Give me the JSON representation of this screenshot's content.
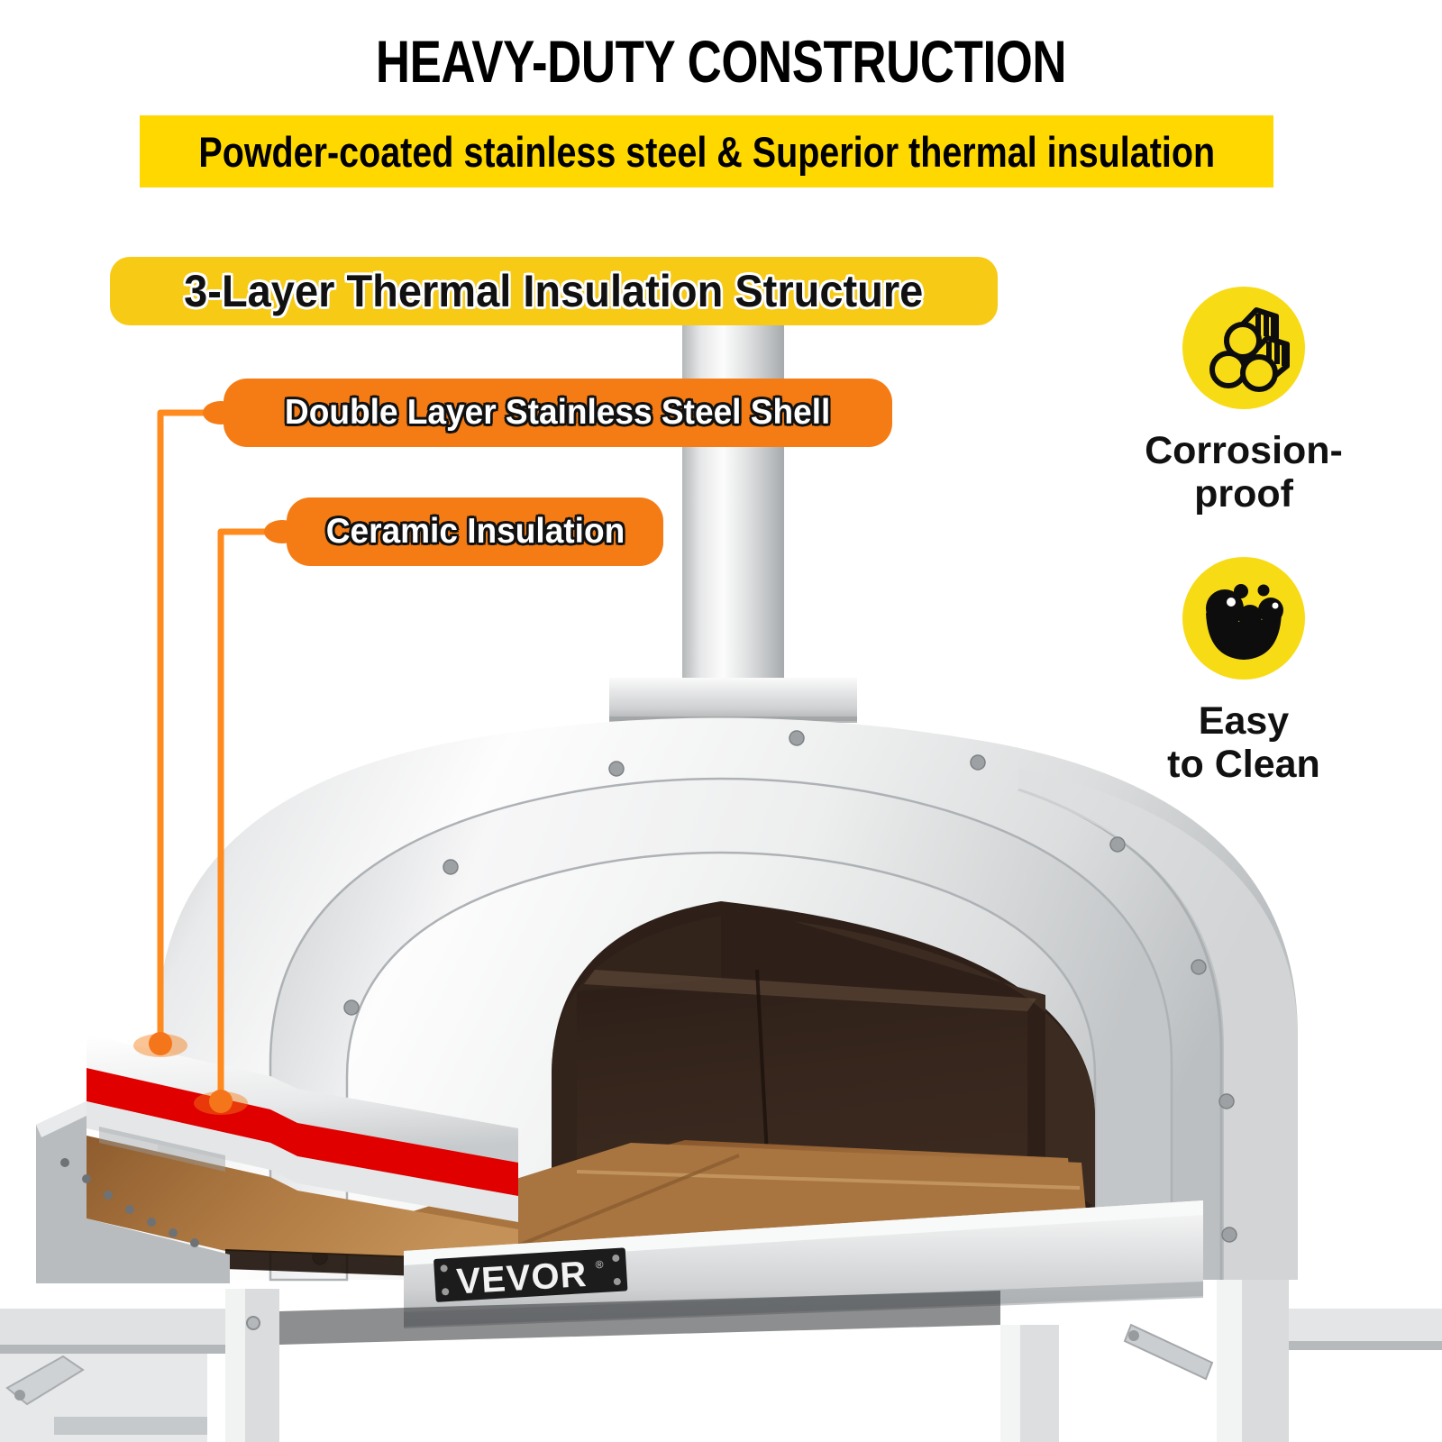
{
  "headline": "HEAVY-DUTY CONSTRUCTION",
  "subheadline": "Powder-coated stainless steel & Superior thermal insulation",
  "section": {
    "title": "3-Layer Thermal Insulation Structure"
  },
  "callouts": [
    {
      "label": "Double Layer Stainless Steel Shell",
      "target": "outer-shell"
    },
    {
      "label": "Ceramic Insulation",
      "target": "ceramic-layer"
    }
  ],
  "badges": [
    {
      "icon": "stacked-logs-icon",
      "line1": "Corrosion-",
      "line2": "proof"
    },
    {
      "icon": "soap-bubbles-icon",
      "line1": "Easy",
      "line2": "to Clean"
    }
  ],
  "product": {
    "brand_plate": "VEVOR",
    "brand_mark": "®"
  },
  "colors": {
    "accent_yellow": "#FFD800",
    "pill_gold": "#F7CA15",
    "badge_yellow": "#F7DB15",
    "callout_orange": "#F57C14",
    "insulation_red": "#E00000",
    "firebrick_tan": "#A8703A",
    "steel_light": "#F2F2F2",
    "steel_mid": "#C9CBCC",
    "steel_dark": "#8C9093",
    "chamber_dark": "#3A2A20",
    "text_black": "#111111"
  }
}
